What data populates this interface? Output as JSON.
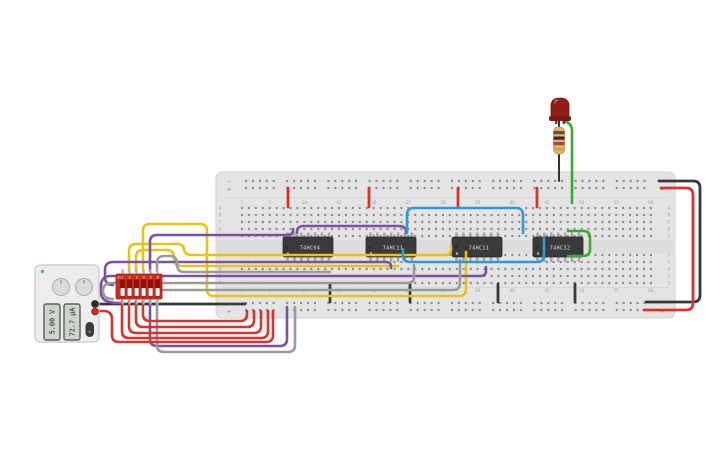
{
  "app": {
    "background": "#ffffff"
  },
  "breadboard": {
    "column_numbers": [
      "1",
      "5",
      "10",
      "15",
      "20",
      "25",
      "30",
      "35",
      "40",
      "45",
      "50",
      "55",
      "60"
    ],
    "column_positions": [
      1,
      5,
      10,
      15,
      20,
      25,
      30,
      35,
      40,
      45,
      50,
      55,
      60
    ],
    "row_letters_top": [
      "A",
      "B",
      "C",
      "D",
      "E"
    ],
    "row_letters_bottom": [
      "F",
      "G",
      "H",
      "I",
      "J"
    ],
    "rail_minus": "−",
    "rail_plus": "+"
  },
  "ics": [
    {
      "label": "74HC04"
    },
    {
      "label": "74HC11"
    },
    {
      "label": "74HC11"
    },
    {
      "label": "74HC32"
    }
  ],
  "dip_switch": {
    "on_label": "on",
    "positions": [
      "1",
      "2",
      "3",
      "4",
      "5",
      "6"
    ]
  },
  "power_supply": {
    "voltage_display": "5.00 V",
    "current_display": "72.7 µA"
  },
  "led": {
    "color_name": "red",
    "body_color": "#8f1f17"
  },
  "resistor": {
    "body_color": "#d8b77e",
    "bands": [
      "#7a4a20",
      "#2e2e2e",
      "#c0392b",
      "#cfa64a"
    ]
  },
  "wire_colors": {
    "yellow": "#e7c31a",
    "red": "#d4342c",
    "purple": "#7b52a0",
    "gray": "#9a9a9a",
    "black": "#383838",
    "blue": "#2f9bd6",
    "green": "#3aaa35",
    "lead": "#333333"
  }
}
